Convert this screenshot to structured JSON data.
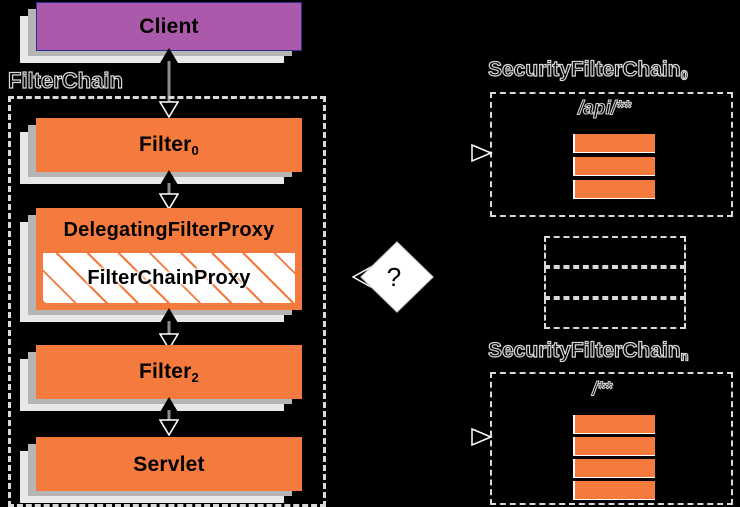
{
  "diagram": {
    "title": "Spring Security FilterChainProxy delegation diagram",
    "background_color": "#000000",
    "colors": {
      "filter_orange": "#f47a3e",
      "client_purple": "#ab59ab",
      "client_border": "#2d2d8f",
      "dashed_gray": "#d9d9d9",
      "shadow_gray": "#b5b5b5",
      "shadow_light": "#e8e8e8",
      "stem_gray": "#8c8c8c",
      "white": "#ffffff",
      "black": "#000000"
    }
  },
  "left_column": {
    "client": {
      "label": "Client",
      "type": "node",
      "fill": "#ab59ab"
    },
    "group_label": "FilterChain",
    "nodes": [
      {
        "label": "Filter",
        "subscript": "0",
        "type": "filter"
      },
      {
        "label": "DelegatingFilterProxy",
        "inner_label": "FilterChainProxy",
        "type": "proxy"
      },
      {
        "label": "Filter",
        "subscript": "2",
        "type": "filter"
      },
      {
        "label": "Servlet",
        "subscript": "",
        "type": "servlet"
      }
    ]
  },
  "decision": {
    "label": "?",
    "shape": "diamond"
  },
  "right_column": {
    "chains": [
      {
        "title": "SecurityFilterChain",
        "subscript": "0",
        "pattern": "/api/**",
        "filter_count": 3
      },
      {
        "title": "",
        "subscript": "",
        "pattern": "",
        "filter_count": 0,
        "placeholder": true,
        "placeholder_rows": 3
      },
      {
        "title": "SecurityFilterChain",
        "subscript": "n",
        "pattern": "/**",
        "filter_count": 4
      }
    ]
  }
}
